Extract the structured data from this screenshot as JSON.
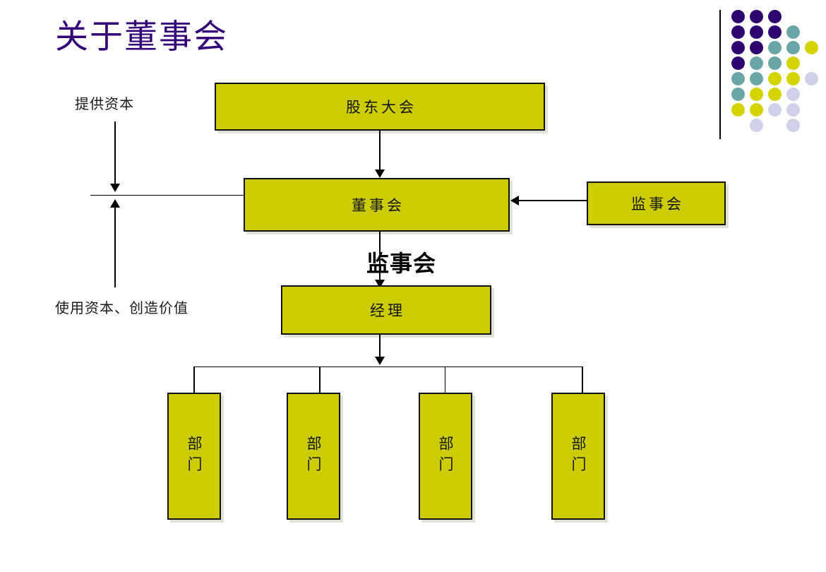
{
  "slide": {
    "title": "关于董事会",
    "title_color": "#330077",
    "background": "#ffffff"
  },
  "palette": {
    "node_fill": "#cccc00",
    "node_border": "#111111",
    "dot_purple": "#2e0470",
    "dot_teal": "#6aa6a6",
    "dot_yellow": "#d6d400",
    "dot_lavender": "#d0d0e8",
    "connector": "#000000"
  },
  "decoration": {
    "name": "dot-grid-motif",
    "rule_color": "#000000",
    "dots": [
      {
        "col": 0,
        "row": 0,
        "color": "#2e0470"
      },
      {
        "col": 1,
        "row": 0,
        "color": "#2e0470"
      },
      {
        "col": 2,
        "row": 0,
        "color": "#2e0470"
      },
      {
        "col": 0,
        "row": 1,
        "color": "#2e0470"
      },
      {
        "col": 1,
        "row": 1,
        "color": "#2e0470"
      },
      {
        "col": 2,
        "row": 1,
        "color": "#2e0470"
      },
      {
        "col": 3,
        "row": 1,
        "color": "#6aa6a6"
      },
      {
        "col": 0,
        "row": 2,
        "color": "#2e0470"
      },
      {
        "col": 1,
        "row": 2,
        "color": "#2e0470"
      },
      {
        "col": 2,
        "row": 2,
        "color": "#6aa6a6"
      },
      {
        "col": 3,
        "row": 2,
        "color": "#6aa6a6"
      },
      {
        "col": 4,
        "row": 2,
        "color": "#d6d400"
      },
      {
        "col": 0,
        "row": 3,
        "color": "#2e0470"
      },
      {
        "col": 1,
        "row": 3,
        "color": "#6aa6a6"
      },
      {
        "col": 2,
        "row": 3,
        "color": "#6aa6a6"
      },
      {
        "col": 3,
        "row": 3,
        "color": "#d6d400"
      },
      {
        "col": 0,
        "row": 4,
        "color": "#6aa6a6"
      },
      {
        "col": 1,
        "row": 4,
        "color": "#6aa6a6"
      },
      {
        "col": 2,
        "row": 4,
        "color": "#d6d400"
      },
      {
        "col": 3,
        "row": 4,
        "color": "#d6d400"
      },
      {
        "col": 4,
        "row": 4,
        "color": "#d0d0e8"
      },
      {
        "col": 0,
        "row": 5,
        "color": "#6aa6a6"
      },
      {
        "col": 1,
        "row": 5,
        "color": "#d6d400"
      },
      {
        "col": 2,
        "row": 5,
        "color": "#d6d400"
      },
      {
        "col": 3,
        "row": 5,
        "color": "#d0d0e8"
      },
      {
        "col": 0,
        "row": 6,
        "color": "#d6d400"
      },
      {
        "col": 1,
        "row": 6,
        "color": "#d6d400"
      },
      {
        "col": 2,
        "row": 6,
        "color": "#d0d0e8"
      },
      {
        "col": 3,
        "row": 6,
        "color": "#d0d0e8"
      },
      {
        "col": 1,
        "row": 7,
        "color": "#d0d0e8"
      },
      {
        "col": 3,
        "row": 7,
        "color": "#d0d0e8"
      }
    ]
  },
  "chart_data": {
    "type": "diagram",
    "title": "关于董事会",
    "subtype": "org-chart",
    "nodes": [
      {
        "id": "shareholders",
        "label": "股东大会",
        "level": 0
      },
      {
        "id": "board",
        "label": "董事会",
        "level": 1
      },
      {
        "id": "supervisors",
        "label": "监事会",
        "level": 1
      },
      {
        "id": "manager",
        "label": "经理",
        "level": 2
      },
      {
        "id": "dept1",
        "label": "部门",
        "level": 3
      },
      {
        "id": "dept2",
        "label": "部门",
        "level": 3
      },
      {
        "id": "dept3",
        "label": "部门",
        "level": 3
      },
      {
        "id": "dept4",
        "label": "部门",
        "level": 3
      }
    ],
    "edges": [
      {
        "from": "shareholders",
        "to": "board",
        "type": "arrow-down"
      },
      {
        "from": "supervisors",
        "to": "board",
        "type": "arrow-left"
      },
      {
        "from": "board",
        "to": "manager",
        "type": "arrow-down"
      },
      {
        "from": "manager",
        "to": "dept1",
        "type": "bus"
      },
      {
        "from": "manager",
        "to": "dept2",
        "type": "bus"
      },
      {
        "from": "manager",
        "to": "dept3",
        "type": "bus"
      },
      {
        "from": "manager",
        "to": "dept4",
        "type": "bus"
      }
    ],
    "annotations": [
      {
        "id": "provide-capital",
        "label": "提供资本",
        "direction": "down"
      },
      {
        "id": "use-capital",
        "label": "使用资本、创造价值",
        "direction": "up"
      },
      {
        "id": "overlay-note",
        "label": "监事会",
        "style": "bold"
      }
    ]
  },
  "nodes": {
    "shareholders": {
      "label": "股东大会"
    },
    "board": {
      "label": "董事会"
    },
    "supervisors": {
      "label": "监事会"
    },
    "manager": {
      "label": "经理"
    },
    "departments": [
      {
        "label": "部门"
      },
      {
        "label": "部门"
      },
      {
        "label": "部门"
      },
      {
        "label": "部门"
      }
    ]
  },
  "annotations": {
    "provide_capital": "提供资本",
    "use_capital": "使用资本、创造价值",
    "overlay_note": "监事会"
  }
}
